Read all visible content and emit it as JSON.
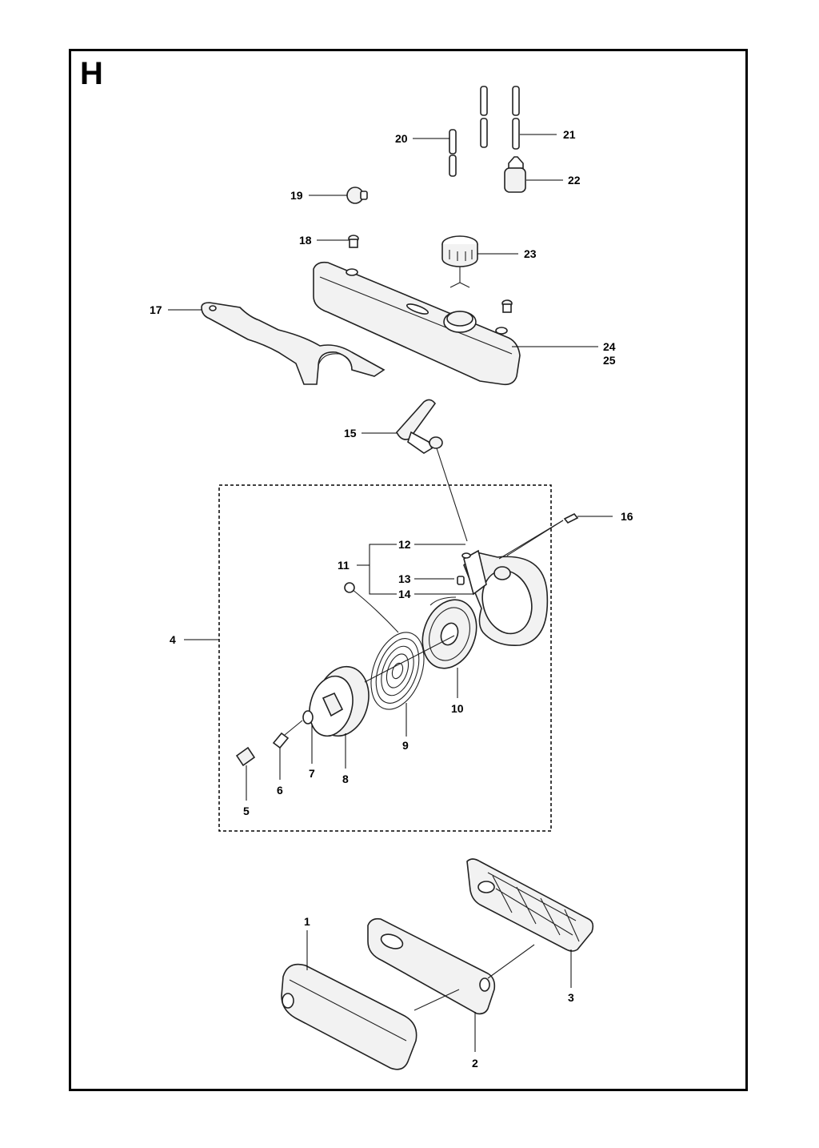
{
  "section": "H",
  "callouts": {
    "c1": "1",
    "c2": "2",
    "c3": "3",
    "c4": "4",
    "c5": "5",
    "c6": "6",
    "c7": "7",
    "c8": "8",
    "c9": "9",
    "c10": "10",
    "c11": "11",
    "c12": "12",
    "c13": "13",
    "c14": "14",
    "c15": "15",
    "c16": "16",
    "c17": "17",
    "c18": "18",
    "c19": "19",
    "c20": "20",
    "c21": "21",
    "c22": "22",
    "c23": "23",
    "c24": "24",
    "c25": "25"
  }
}
